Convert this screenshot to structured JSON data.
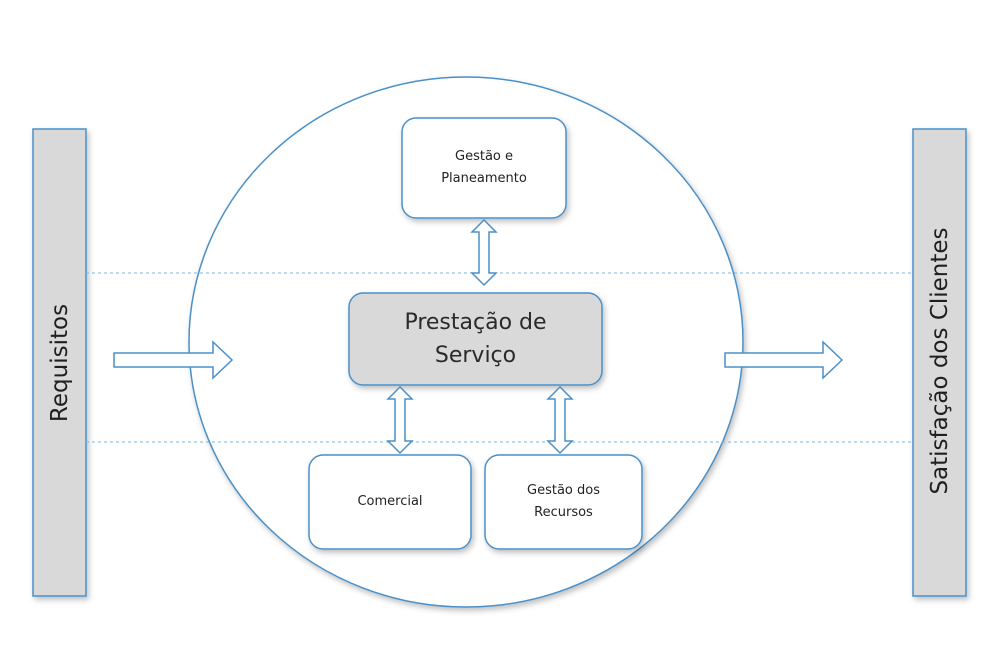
{
  "left_bar": {
    "label": "Requisitos"
  },
  "right_bar": {
    "label": "Satisfação dos Clientes"
  },
  "nodes": {
    "gestao_planeamento": {
      "line1": "Gestão e",
      "line2": "Planeamento"
    },
    "prestacao_servico": {
      "line1": "Prestação de",
      "line2": "Serviço"
    },
    "comercial": {
      "label": "Comercial"
    },
    "gestao_recursos": {
      "line1": "Gestão dos",
      "line2": "Recursos"
    }
  },
  "colors": {
    "stroke": "#4a90c8",
    "bar_fill": "#d9d9d9",
    "central_fill": "#d9d9d9",
    "box_fill": "#ffffff",
    "dashed_line": "#7fb5db"
  }
}
